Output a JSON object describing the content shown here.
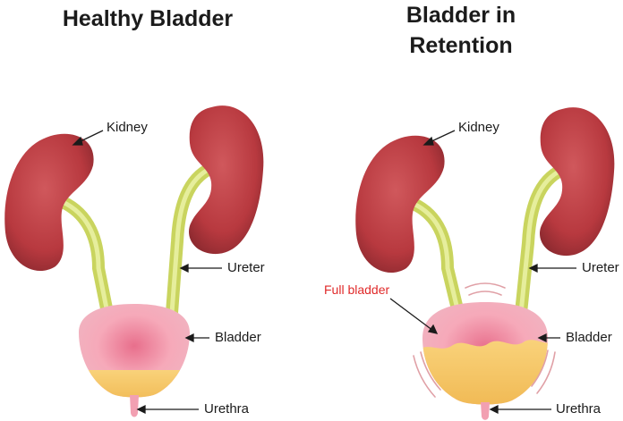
{
  "titles": {
    "left": "Healthy Bladder",
    "right_line1": "Bladder in",
    "right_line2": "Retention"
  },
  "labels": {
    "left": {
      "kidney": "Kidney",
      "ureter": "Ureter",
      "bladder": "Bladder",
      "urethra": "Urethra"
    },
    "right": {
      "kidney": "Kidney",
      "ureter": "Ureter",
      "bladder": "Bladder",
      "urethra": "Urethra",
      "full_bladder": "Full bladder"
    }
  },
  "colors": {
    "kidney": "#c0484c",
    "kidney_dark": "#8e2a30",
    "ureter": "#d6e07a",
    "bladder": "#f4a7b6",
    "urine": "#f7c868",
    "label_text": "#1b1b1b",
    "highlight_label": "#e02a2a",
    "pressure_lines": "#e0a0a6"
  }
}
